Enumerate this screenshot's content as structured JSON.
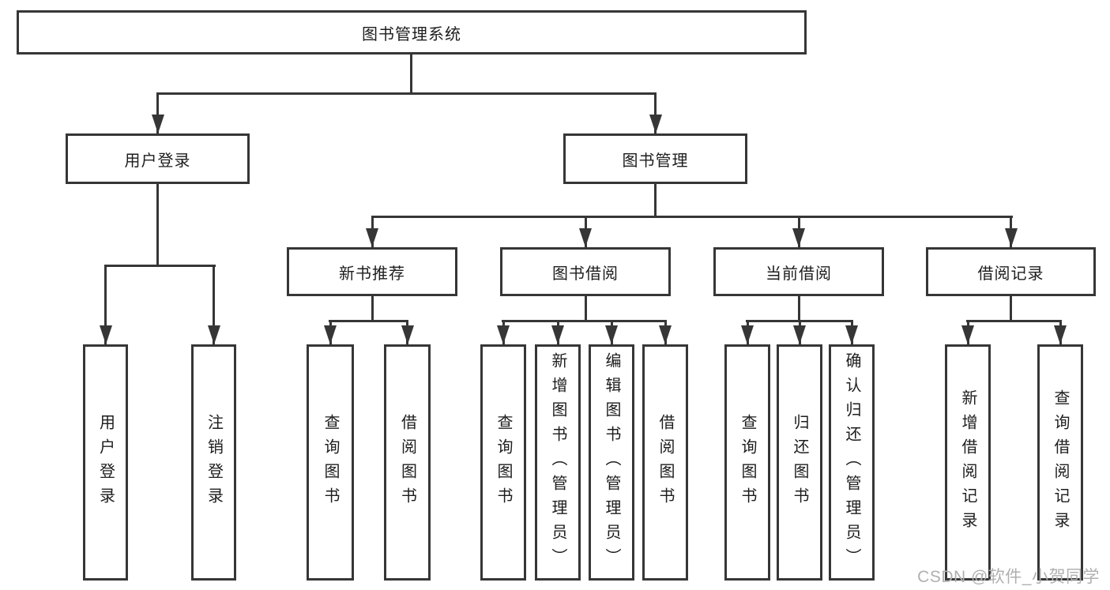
{
  "colors": {
    "line": "#363636",
    "box_border": "#363636",
    "text": "#1d1d1d",
    "watermark": "#b0b0b0",
    "background": "#ffffff"
  },
  "watermark": {
    "text": "CSDN @软件_小贺同学"
  },
  "diagram": {
    "type": "tree",
    "root": {
      "label": "图书管理系统",
      "children": [
        {
          "label": "用户登录",
          "children": [
            {
              "label": "用户登录"
            },
            {
              "label": "注销登录"
            }
          ]
        },
        {
          "label": "图书管理",
          "children": [
            {
              "label": "新书推荐",
              "children": [
                {
                  "label": "查询图书"
                },
                {
                  "label": "借阅图书"
                }
              ]
            },
            {
              "label": "图书借阅",
              "children": [
                {
                  "label": "查询图书"
                },
                {
                  "label": "新增图书（管理员）"
                },
                {
                  "label": "编辑图书（管理员）"
                },
                {
                  "label": "借阅图书"
                }
              ]
            },
            {
              "label": "当前借阅",
              "children": [
                {
                  "label": "查询图书"
                },
                {
                  "label": "归还图书"
                },
                {
                  "label": "确认归还（管理员）"
                }
              ]
            },
            {
              "label": "借阅记录",
              "children": [
                {
                  "label": "新增借阅记录"
                },
                {
                  "label": "查询借阅记录"
                }
              ]
            }
          ]
        }
      ]
    }
  }
}
